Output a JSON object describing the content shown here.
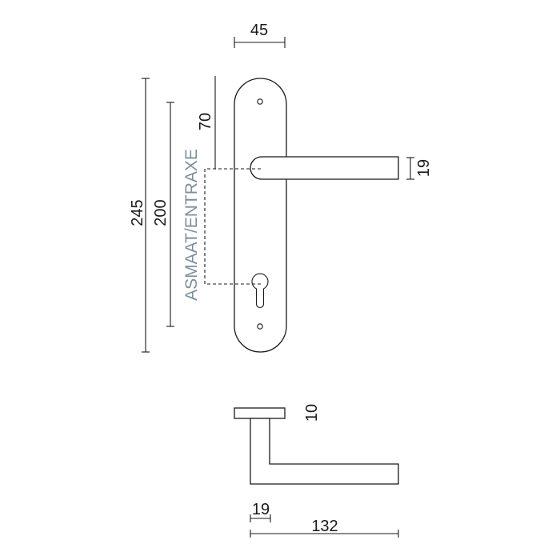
{
  "colors": {
    "ink": "#1a1a1a",
    "label": "#7d8f9b",
    "background": "#ffffff"
  },
  "dimensions": {
    "rose_width": "45",
    "height_to_handle": "70",
    "lever_thickness": "19",
    "plate_height": "245",
    "center_distance": "200",
    "rose_thickness": "10",
    "grip_depth": "19",
    "lever_length": "132"
  },
  "labels": {
    "center_distance_name": "ASMAAT/ENTRAXE"
  }
}
